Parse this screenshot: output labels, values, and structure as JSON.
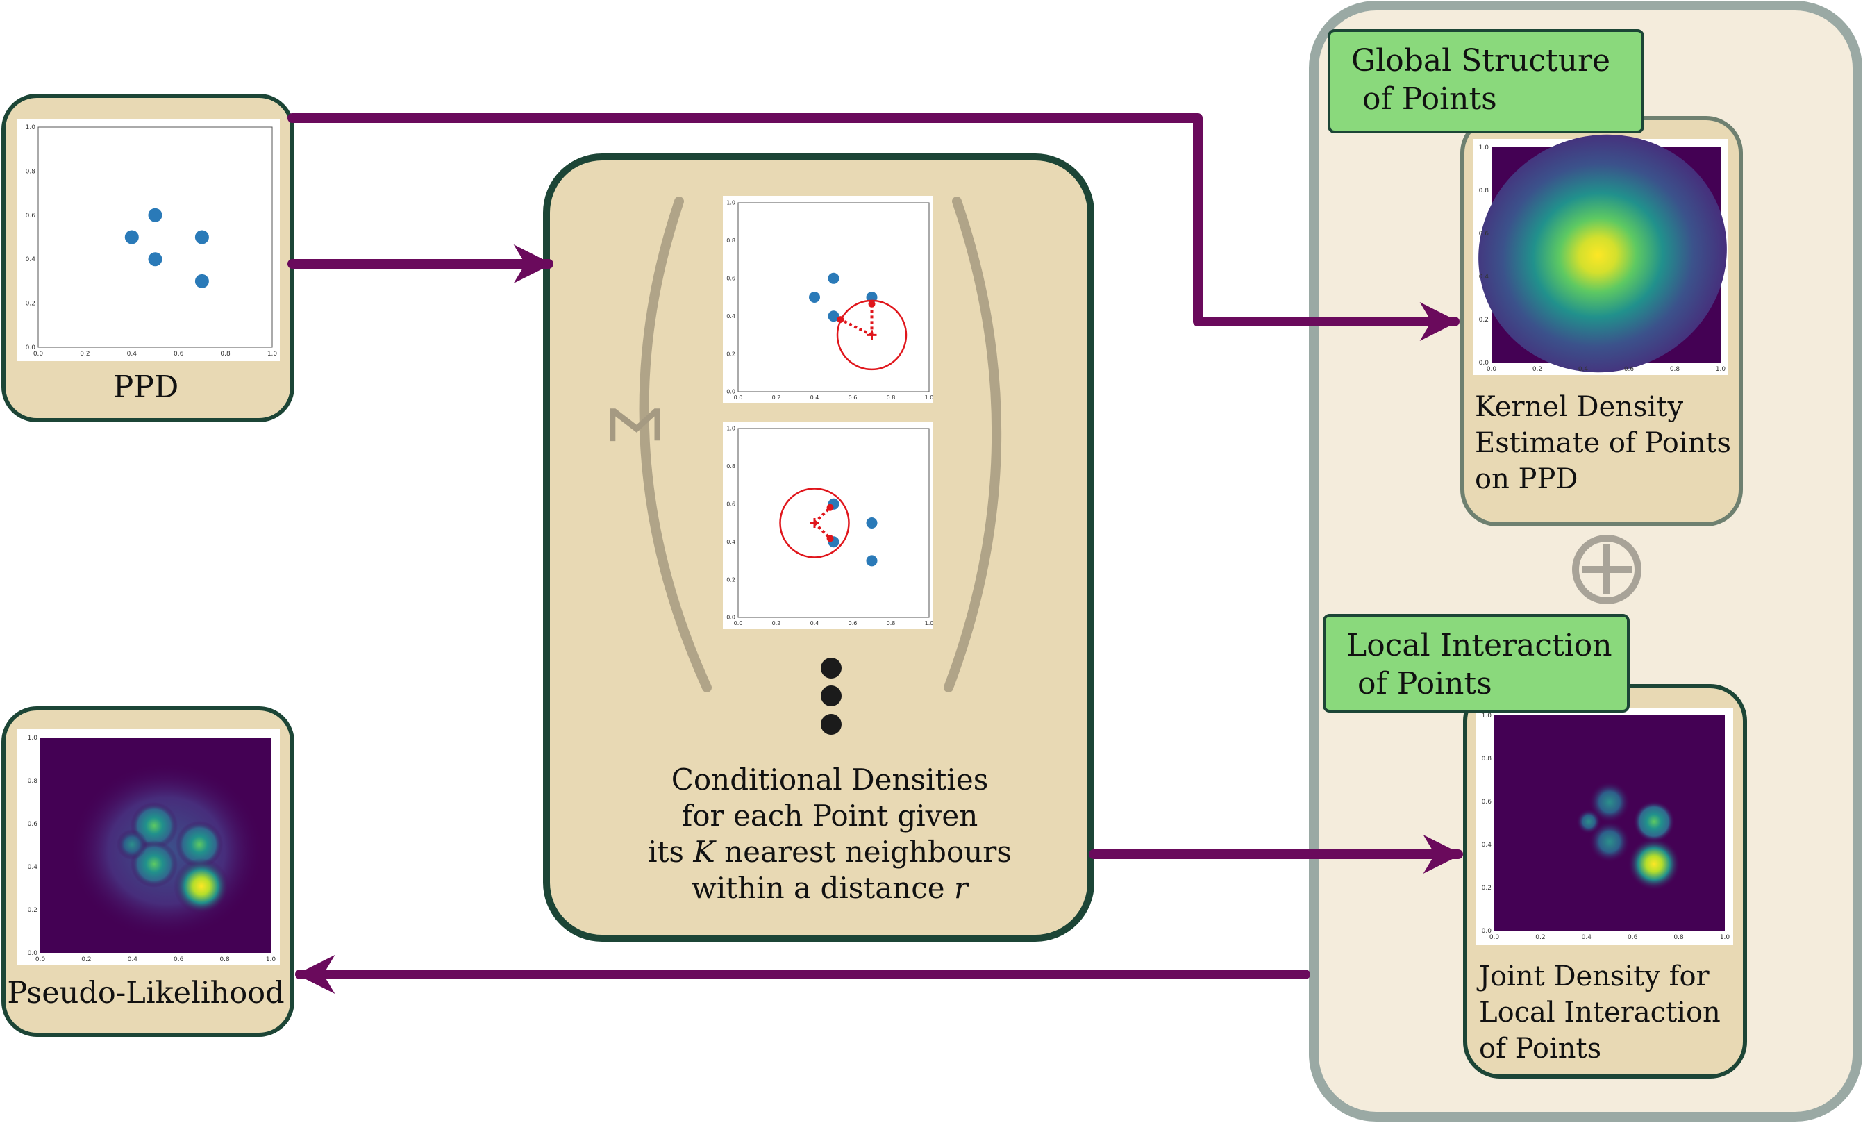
{
  "ppd": {
    "label": "PPD",
    "points": [
      [
        0.4,
        0.5
      ],
      [
        0.5,
        0.6
      ],
      [
        0.5,
        0.4
      ],
      [
        0.7,
        0.5
      ],
      [
        0.7,
        0.3
      ]
    ],
    "ticks": [
      "0.0",
      "0.2",
      "0.4",
      "0.6",
      "0.8",
      "1.0"
    ]
  },
  "pseudo_likelihood": {
    "label": "Pseudo-Likelihood"
  },
  "conditional": {
    "caption_line1": "Conditional Densities",
    "caption_line2": "for each Point given",
    "caption_line3_pre": "its ",
    "caption_line3_var": "K",
    "caption_line3_post": " nearest neighbours",
    "caption_line4_pre": "within a distance ",
    "caption_line4_var": "r",
    "sum_symbol": "Σ",
    "panel1": {
      "points": [
        [
          0.4,
          0.5
        ],
        [
          0.5,
          0.6
        ],
        [
          0.5,
          0.4
        ],
        [
          0.7,
          0.5
        ]
      ],
      "center": [
        0.7,
        0.3
      ],
      "radius": 0.18
    },
    "panel2": {
      "points": [
        [
          0.5,
          0.6
        ],
        [
          0.5,
          0.4
        ],
        [
          0.7,
          0.5
        ],
        [
          0.7,
          0.3
        ]
      ],
      "center": [
        0.4,
        0.5
      ],
      "radius": 0.18
    }
  },
  "global": {
    "tag_line1": "Global Structure",
    "tag_line2": "of Points",
    "caption_line1": "Kernel Density",
    "caption_line2": "Estimate of Points",
    "caption_line3": "on PPD"
  },
  "local": {
    "tag_line1": "Local Interaction",
    "tag_line2": "of Points",
    "caption_line1": "Joint Density for",
    "caption_line2": "Local Interaction",
    "caption_line3": "of Points"
  },
  "combine_symbol": "⊕",
  "colors": {
    "arrow": "#6a0a5c",
    "box_fill": "#e8d9b4",
    "box_border": "#1c4536",
    "outer_fill": "#f4ecdc",
    "outer_border": "#9aa9a4",
    "tag_fill": "#8ad97c",
    "point": "#2a7ab8",
    "circle": "#e0161c"
  }
}
